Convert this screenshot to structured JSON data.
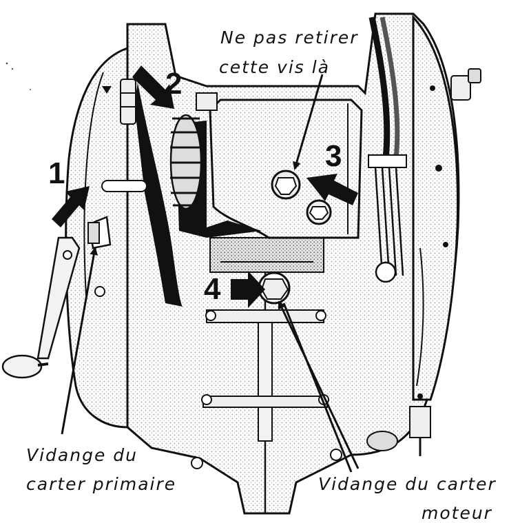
{
  "annotations": {
    "top_line1": "Ne pas retirer",
    "top_line2": "cette vis là",
    "primary_line1": "Vidange du",
    "primary_line2": "carter primaire",
    "engine_line1": "Vidange du carter",
    "engine_line2": "moteur"
  },
  "markers": {
    "m1": "1",
    "m2": "2",
    "m3": "3",
    "m4": "4"
  },
  "colors": {
    "ink": "#111111",
    "paper": "#ffffff",
    "shade": "#cfcfcf"
  }
}
